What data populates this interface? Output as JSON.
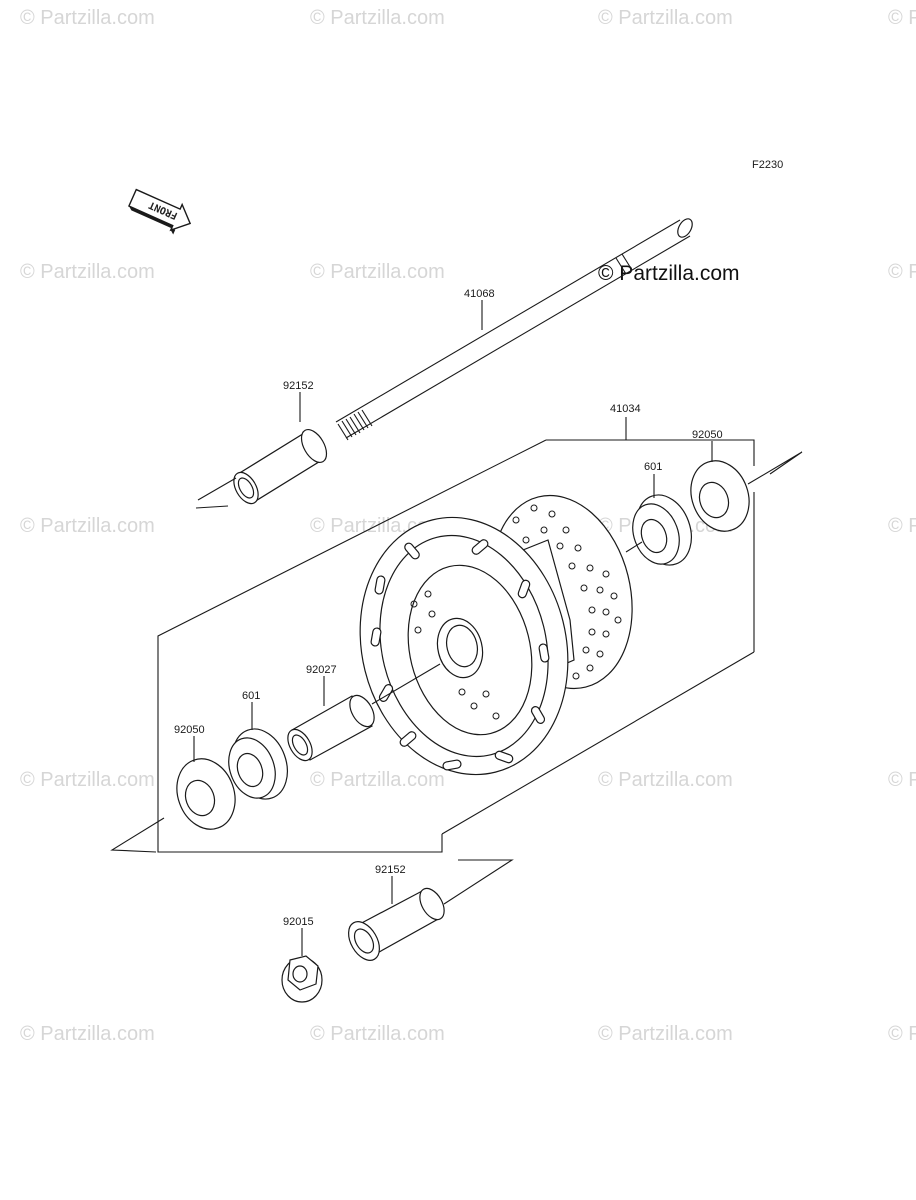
{
  "figure_code": "F2230",
  "brand_watermark": "© Partzilla.com",
  "faint_watermark": "© Partzilla.com",
  "front_arrow": {
    "label": "FRONT",
    "icon": "front-arrow-icon"
  },
  "callouts": {
    "axle": "41068",
    "collar_left": "92152",
    "hub_assembly": "41034",
    "seal_right": "92050",
    "bearing_right": "601",
    "spacer": "92027",
    "bearing_left": "601",
    "seal_left": "92050",
    "collar_bottom": "92152",
    "nut": "92015"
  },
  "colors": {
    "line": "#1a1a1a",
    "watermark": "#d6d6d6",
    "background": "#ffffff"
  }
}
